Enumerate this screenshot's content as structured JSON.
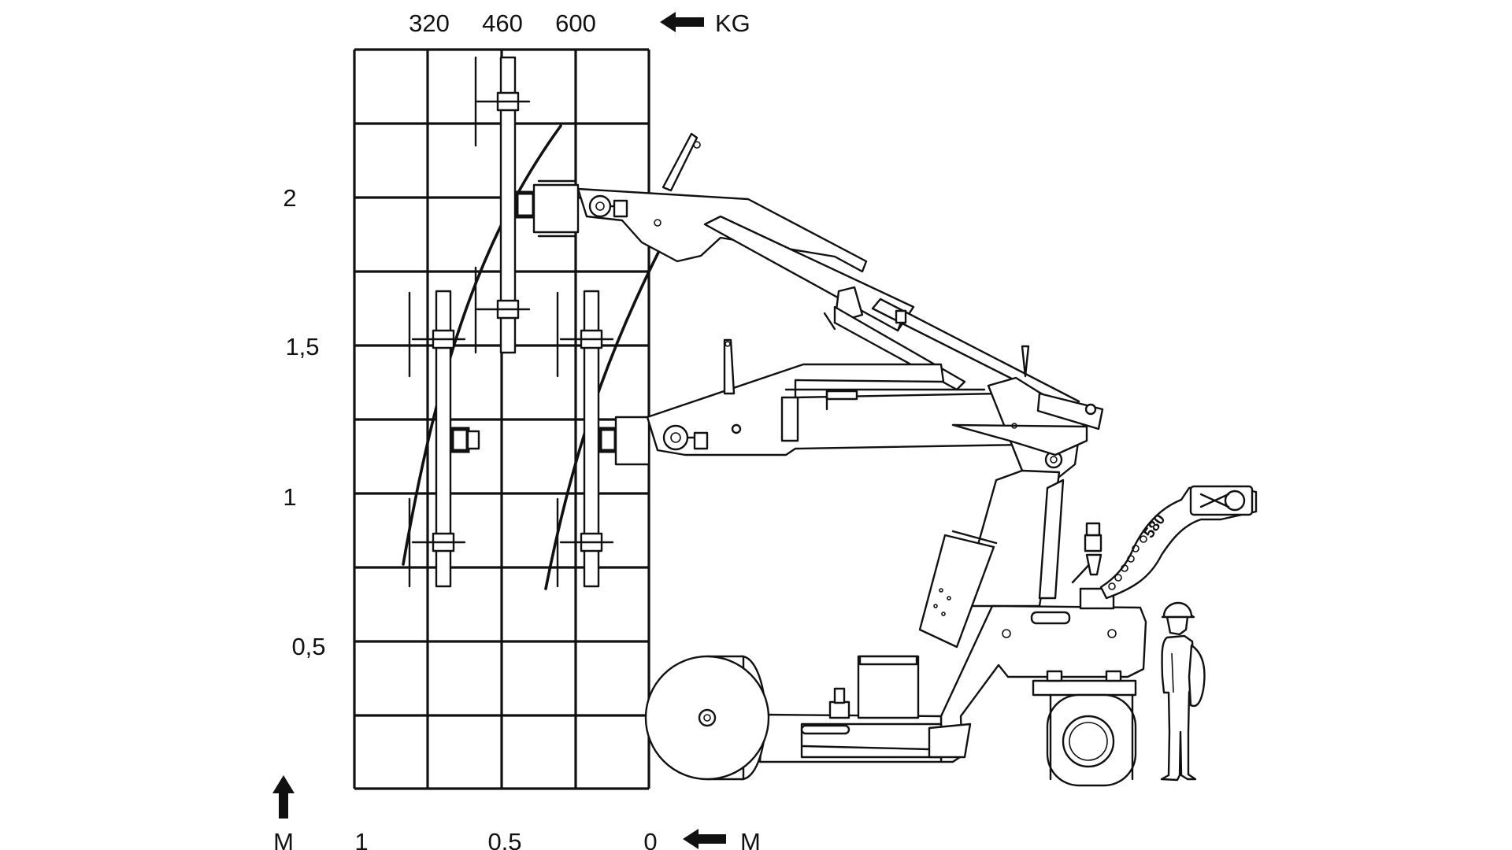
{
  "capacity_scale": {
    "values": [
      "320",
      "460",
      "600"
    ],
    "unit": "KG"
  },
  "height_axis": {
    "tick_labels": [
      "2",
      "1,5",
      "1",
      "0,5"
    ],
    "unit": "M"
  },
  "reach_axis": {
    "tick_labels": [
      "1",
      "0,5",
      "0"
    ],
    "unit": "M"
  },
  "machine": {
    "model_label": "580"
  },
  "colors": {
    "ink": "#111111",
    "background": "#ffffff"
  },
  "icons": [
    "arrow-left-icon",
    "arrow-up-icon",
    "operator-figure-icon"
  ]
}
